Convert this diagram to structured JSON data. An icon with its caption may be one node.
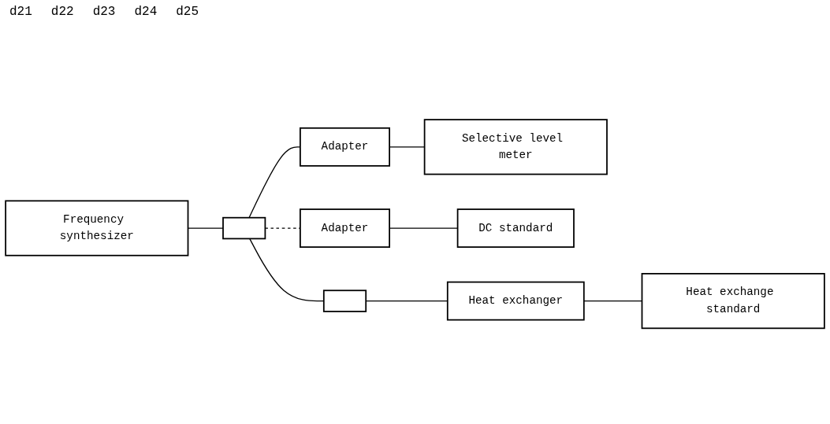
{
  "diagram": {
    "nodes": [
      {
        "text": [
          "Frequency synthesizer"
        ]
      },
      {
        "text": [],
        "shape": "box"
      },
      {
        "text": [
          "Adapter"
        ]
      },
      {
        "text": [
          "Selective level meter"
        ]
      },
      {
        "text": [],
        "shape": "box"
      },
      {
        "text": [
          "Adapter"
        ]
      },
      {
        "text": [
          "DC standard"
        ]
      },
      {
        "text": [
          "Heat exchanger"
        ]
      },
      {
        "text": [
          "Heat exchange standard"
        ]
      }
    ],
    "edges": [
      {
        "from": 0,
        "to": 1,
        "arrow": "none"
      },
      {
        "from": 1,
        "to": 2,
        "arrow": "none"
      },
      {
        "from": 2,
        "to": 3,
        "arrow": "none"
      },
      {
        "from": 1,
        "to": 4,
        "arrow": "none"
      },
      {
        "from": 1,
        "to": 5,
        "arrow": "none",
        "style": "dashed"
      },
      {
        "from": 5,
        "to": 6,
        "arrow": "none"
      },
      {
        "from": 4,
        "to": 7,
        "arrow": "none"
      },
      {
        "from": 7,
        "to": 8,
        "arrow": "none"
      }
    ],
    "labels": [
      "d21",
      "d22",
      "d23",
      "d24",
      "d25"
    ]
  }
}
